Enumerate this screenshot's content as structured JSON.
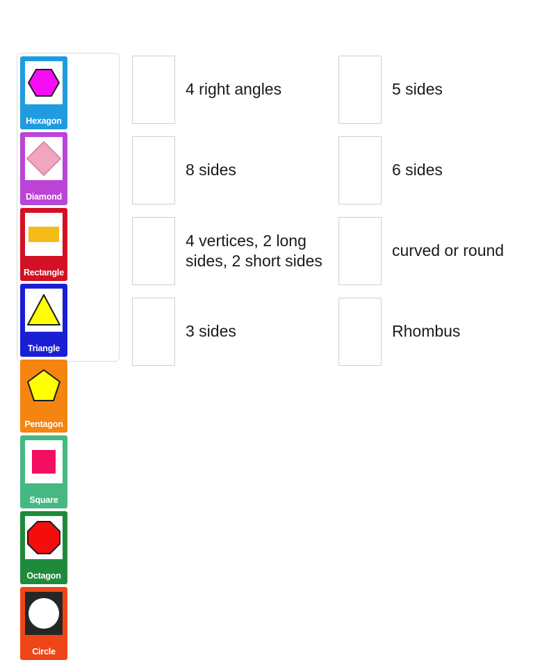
{
  "activity": {
    "type": "match-up-drag-and-drop",
    "background_color": "#ffffff"
  },
  "tile_panel": {
    "name": "shape-tiles",
    "tiles": [
      {
        "label": "Hexagon",
        "tile_color": "#1f9ce0",
        "art_background": "white",
        "shape": "hexagon",
        "shape_fill": "#f60df6",
        "shape_stroke": "#1a1a1a"
      },
      {
        "label": "Diamond",
        "tile_color": "#bb44d6",
        "art_background": "white",
        "shape": "diamond",
        "shape_fill": "#f0a5c0",
        "shape_stroke": "#d98bab"
      },
      {
        "label": "Rectangle",
        "tile_color": "#d31124",
        "art_background": "white",
        "shape": "rectangle",
        "shape_fill": "#f5bb16",
        "shape_stroke": "#f5bb16"
      },
      {
        "label": "Triangle",
        "tile_color": "#1b1fd4",
        "art_background": "white",
        "shape": "triangle",
        "shape_fill": "#ffff00",
        "shape_stroke": "#1a1a1a"
      },
      {
        "label": "Pentagon",
        "tile_color": "#f58410",
        "art_background": "none",
        "shape": "pentagon",
        "shape_fill": "#ffff00",
        "shape_stroke": "#1a1a1a"
      },
      {
        "label": "Square",
        "tile_color": "#46b882",
        "art_background": "white",
        "shape": "square",
        "shape_fill": "#f50d62",
        "shape_stroke": "#f50d62"
      },
      {
        "label": "Octagon",
        "tile_color": "#1f8a3b",
        "art_background": "white",
        "shape": "octagon",
        "shape_fill": "#f50d0d",
        "shape_stroke": "#1a1a1a"
      },
      {
        "label": "Circle",
        "tile_color": "#ee4618",
        "art_background": "black",
        "shape": "circle",
        "shape_fill": "#ffffff",
        "shape_stroke": "#ffffff"
      }
    ]
  },
  "answers": {
    "left_column": [
      {
        "text": "4 right angles",
        "drop_zone_value": ""
      },
      {
        "text": "8 sides",
        "drop_zone_value": ""
      },
      {
        "text": "4 vertices, 2 long sides, 2 short sides",
        "drop_zone_value": ""
      },
      {
        "text": "3 sides",
        "drop_zone_value": ""
      }
    ],
    "right_column": [
      {
        "text": "5 sides",
        "drop_zone_value": ""
      },
      {
        "text": "6 sides",
        "drop_zone_value": ""
      },
      {
        "text": "curved or round",
        "drop_zone_value": ""
      },
      {
        "text": "Rhombus",
        "drop_zone_value": ""
      }
    ]
  }
}
